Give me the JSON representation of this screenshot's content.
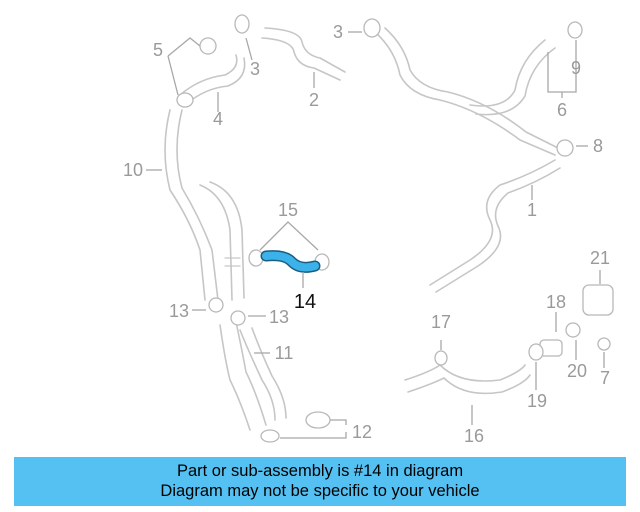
{
  "diagram": {
    "callouts": {
      "c1": "1",
      "c2": "2",
      "c3a": "3",
      "c3b": "3",
      "c4": "4",
      "c5": "5",
      "c6": "6",
      "c7": "7",
      "c8": "8",
      "c9": "9",
      "c10": "10",
      "c11": "11",
      "c12": "12",
      "c13a": "13",
      "c13b": "13",
      "c14": "14",
      "c15": "15",
      "c16": "16",
      "c17": "17",
      "c18": "18",
      "c19": "19",
      "c20": "20",
      "c21": "21"
    },
    "colors": {
      "highlight_part": "#3bb3ea",
      "line": "#c6c6c6",
      "banner": "#55c1f2"
    }
  },
  "banner": {
    "line1": "Part or sub-assembly is #14 in diagram",
    "line2": "Diagram may not be specific to your vehicle"
  }
}
